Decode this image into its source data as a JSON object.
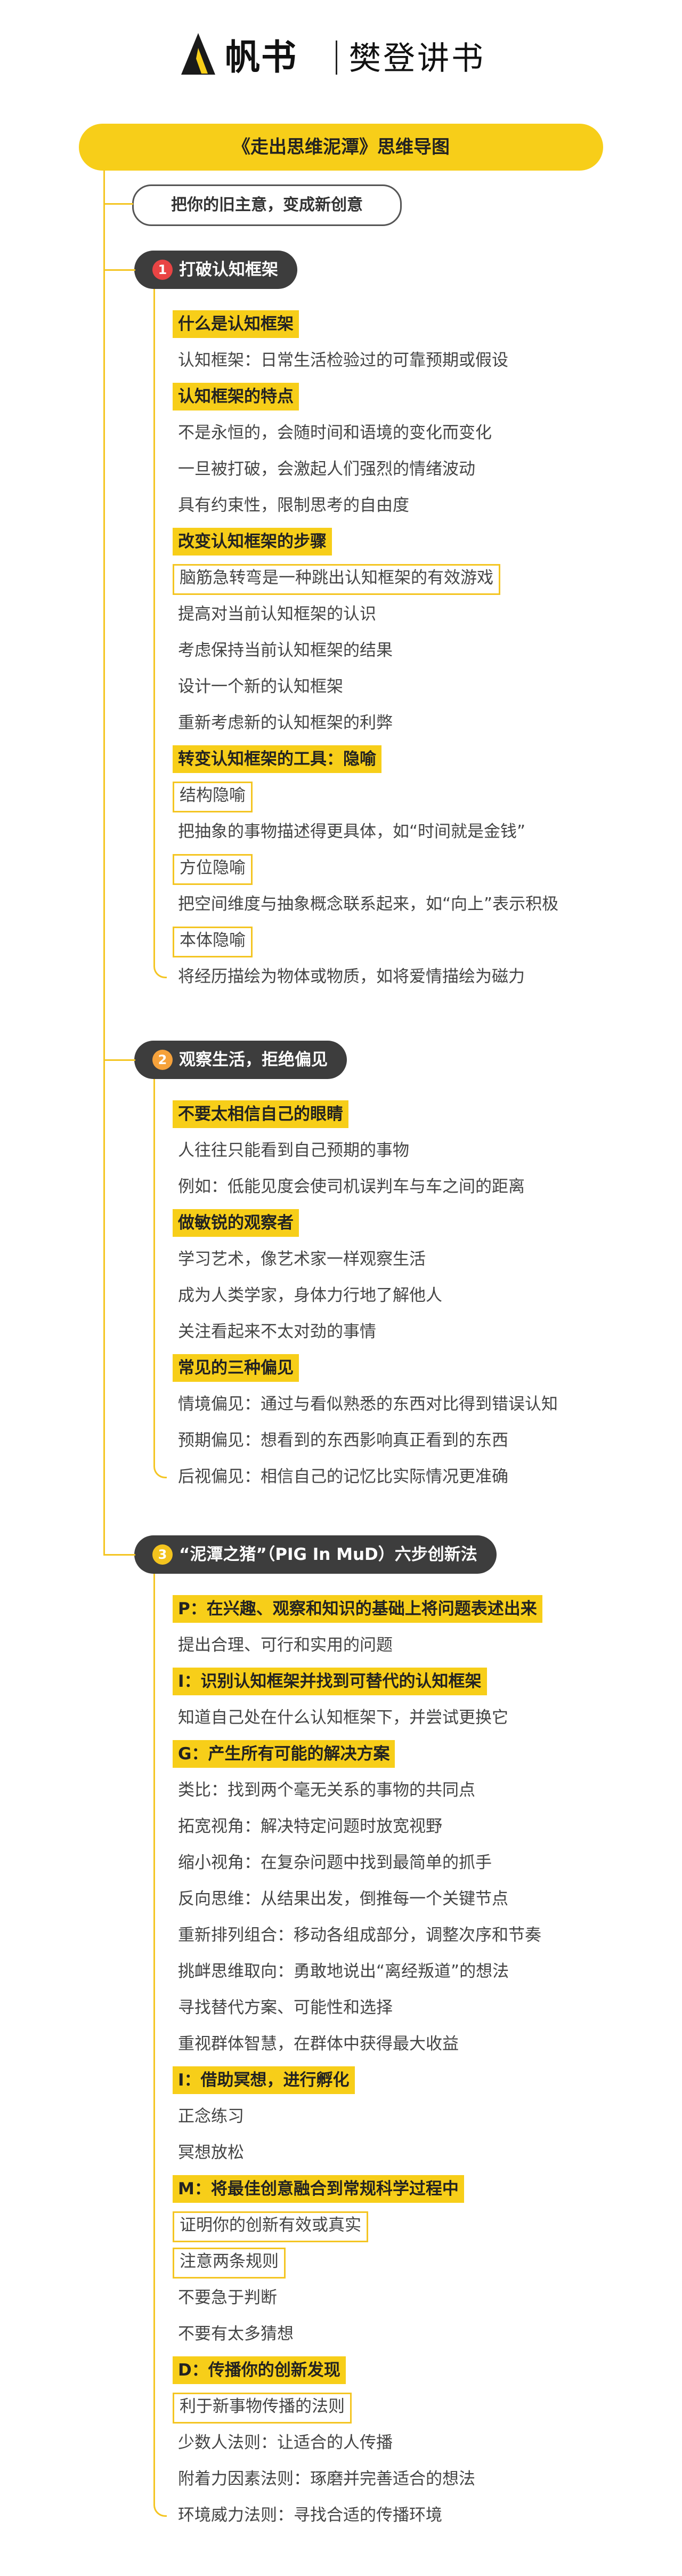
{
  "brand": {
    "name": "帆书",
    "sub": "樊登讲书",
    "logo_icon": "fanshu-logo-icon",
    "colors": {
      "accent": "#f7ce19",
      "dark": "#3d3d3d",
      "num1": "#e94444",
      "num2": "#f6a23b",
      "num3": "#f3c31e"
    }
  },
  "title": "《走出思维泥潭》思维导图",
  "subtitle": "把你的旧主意，变成新创意",
  "sections": [
    {
      "num": "1",
      "label": "打破认知框架",
      "items": [
        {
          "text": "什么是认知框架",
          "style": "h"
        },
        {
          "text": "认知框架：日常生活检验过的可靠预期或假设",
          "style": "n"
        },
        {
          "text": "认知框架的特点",
          "style": "h"
        },
        {
          "text": "不是永恒的，会随时间和语境的变化而变化",
          "style": "n"
        },
        {
          "text": "一旦被打破，会激起人们强烈的情绪波动",
          "style": "n"
        },
        {
          "text": "具有约束性，限制思考的自由度",
          "style": "n"
        },
        {
          "text": "改变认知框架的步骤",
          "style": "h"
        },
        {
          "text": "脑筋急转弯是一种跳出认知框架的有效游戏",
          "style": "b"
        },
        {
          "text": "提高对当前认知框架的认识",
          "style": "n"
        },
        {
          "text": "考虑保持当前认知框架的结果",
          "style": "n"
        },
        {
          "text": "设计一个新的认知框架",
          "style": "n"
        },
        {
          "text": "重新考虑新的认知框架的利弊",
          "style": "n"
        },
        {
          "text": "转变认知框架的工具：隐喻",
          "style": "h"
        },
        {
          "text": "结构隐喻",
          "style": "b"
        },
        {
          "text": "把抽象的事物描述得更具体，如“时间就是金钱”",
          "style": "n"
        },
        {
          "text": "方位隐喻",
          "style": "b"
        },
        {
          "text": "把空间维度与抽象概念联系起来，如“向上”表示积极",
          "style": "n"
        },
        {
          "text": "本体隐喻",
          "style": "b"
        },
        {
          "text": "将经历描绘为物体或物质，如将爱情描绘为磁力",
          "style": "n"
        }
      ]
    },
    {
      "num": "2",
      "label": "观察生活，拒绝偏见",
      "items": [
        {
          "text": "不要太相信自己的眼睛",
          "style": "h"
        },
        {
          "text": "人往往只能看到自己预期的事物",
          "style": "n"
        },
        {
          "text": "例如：低能见度会使司机误判车与车之间的距离",
          "style": "n"
        },
        {
          "text": "做敏锐的观察者",
          "style": "h"
        },
        {
          "text": "学习艺术，像艺术家一样观察生活",
          "style": "n"
        },
        {
          "text": "成为人类学家，身体力行地了解他人",
          "style": "n"
        },
        {
          "text": "关注看起来不太对劲的事情",
          "style": "n"
        },
        {
          "text": "常见的三种偏见",
          "style": "h"
        },
        {
          "text": "情境偏见：通过与看似熟悉的东西对比得到错误认知",
          "style": "n"
        },
        {
          "text": "预期偏见：想看到的东西影响真正看到的东西",
          "style": "n"
        },
        {
          "text": "后视偏见：相信自己的记忆比实际情况更准确",
          "style": "n"
        }
      ]
    },
    {
      "num": "3",
      "label": "“泥潭之猪”（PIG In MuD）六步创新法",
      "items": [
        {
          "text": "P：在兴趣、观察和知识的基础上将问题表述出来",
          "style": "h"
        },
        {
          "text": "提出合理、可行和实用的问题",
          "style": "n"
        },
        {
          "text": "I：识别认知框架并找到可替代的认知框架",
          "style": "h"
        },
        {
          "text": "知道自己处在什么认知框架下，并尝试更换它",
          "style": "n"
        },
        {
          "text": "G：产生所有可能的解决方案",
          "style": "h"
        },
        {
          "text": "类比：找到两个毫无关系的事物的共同点",
          "style": "n"
        },
        {
          "text": "拓宽视角：解决特定问题时放宽视野",
          "style": "n"
        },
        {
          "text": "缩小视角：在复杂问题中找到最简单的抓手",
          "style": "n"
        },
        {
          "text": "反向思维：从结果出发，倒推每一个关键节点",
          "style": "n"
        },
        {
          "text": "重新排列组合：移动各组成部分，调整次序和节奏",
          "style": "n"
        },
        {
          "text": "挑衅思维取向：勇敢地说出“离经叛道”的想法",
          "style": "n"
        },
        {
          "text": "寻找替代方案、可能性和选择",
          "style": "n"
        },
        {
          "text": "重视群体智慧，在群体中获得最大收益",
          "style": "n"
        },
        {
          "text": "I：借助冥想，进行孵化",
          "style": "h"
        },
        {
          "text": "正念练习",
          "style": "n"
        },
        {
          "text": "冥想放松",
          "style": "n"
        },
        {
          "text": "M：将最佳创意融合到常规科学过程中",
          "style": "h"
        },
        {
          "text": "证明你的创新有效或真实",
          "style": "b"
        },
        {
          "text": "注意两条规则",
          "style": "b"
        },
        {
          "text": "不要急于判断",
          "style": "n"
        },
        {
          "text": "不要有太多猜想",
          "style": "n"
        },
        {
          "text": "D：传播你的创新发现",
          "style": "h"
        },
        {
          "text": "利于新事物传播的法则",
          "style": "b"
        },
        {
          "text": "少数人法则：让适合的人传播",
          "style": "n"
        },
        {
          "text": "附着力因素法则：琢磨并完善适合的想法",
          "style": "n"
        },
        {
          "text": "环境威力法则：寻找合适的传播环境",
          "style": "n"
        }
      ]
    }
  ]
}
